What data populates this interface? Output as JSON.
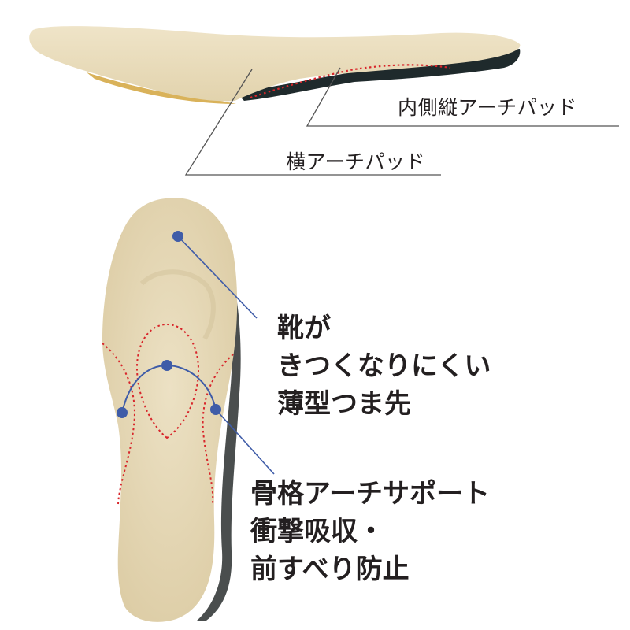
{
  "labels": {
    "medial_arch_pad": "内側縦アーチパッド",
    "transverse_arch_pad": "横アーチパッド",
    "toe_feature": {
      "line1": "靴が",
      "line2": "きつくなりにくい",
      "line3": "薄型つま先"
    },
    "arch_support_feature": {
      "line1": "骨格アーチサポート",
      "line2": "衝撃吸収・",
      "line3": "前すべり防止"
    }
  },
  "colors": {
    "insole_surface": "#e9dcbc",
    "insole_shadow": "#d8c9a4",
    "insole_underside": "#1f2a2c",
    "heel_edge": "#d9b25a",
    "dotted_outline": "#d8262b",
    "pointer_blue": "#3f5ca8",
    "leader_gray": "#555555",
    "text": "#231f20"
  }
}
